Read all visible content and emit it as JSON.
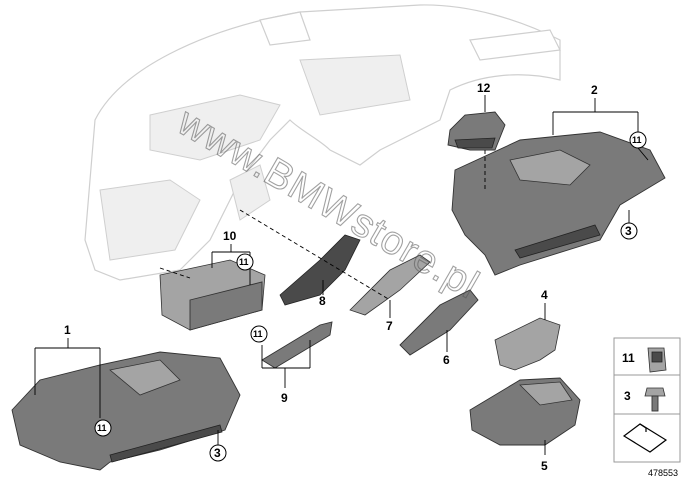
{
  "callouts": {
    "c1": "1",
    "c2": "2",
    "c3a": "3",
    "c3b": "3",
    "c4": "4",
    "c5": "5",
    "c6": "6",
    "c7": "7",
    "c8": "8",
    "c9": "9",
    "c10": "10",
    "c11a": "11",
    "c11b": "11",
    "c11c": "11",
    "c11d": "11",
    "c12": "12"
  },
  "legend": {
    "item1": "11",
    "item2": "3"
  },
  "watermark": "www.BMWstore.pl",
  "ref_number": "478553"
}
